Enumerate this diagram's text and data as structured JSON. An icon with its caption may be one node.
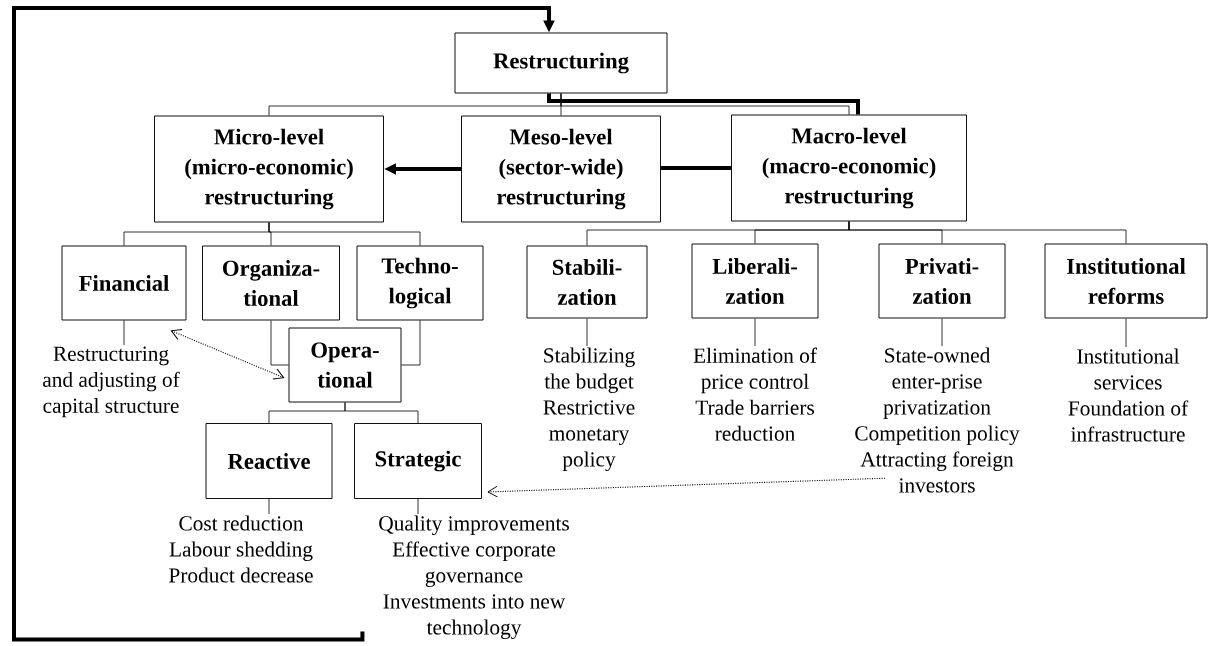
{
  "diagram": {
    "nodes": [
      {
        "text": [
          "Restructuring"
        ]
      },
      {
        "text": [
          "Micro-level (micro-economic) restructuring"
        ]
      },
      {
        "text": [
          "Meso-level (sector-wide) restructuring"
        ]
      },
      {
        "text": [
          "Macro-level (macro-economic) restructuring"
        ]
      },
      {
        "text": [
          "Financial"
        ]
      },
      {
        "text": [
          "Organiza-tional"
        ]
      },
      {
        "text": [
          "Techno-logical"
        ]
      },
      {
        "text": [
          "Stabili-zation"
        ]
      },
      {
        "text": [
          "Liberali-zation"
        ]
      },
      {
        "text": [
          "Privati-zation"
        ]
      },
      {
        "text": [
          "Institutional reforms"
        ]
      },
      {
        "text": [
          "Opera-tional"
        ]
      },
      {
        "text": [
          "Reactive"
        ]
      },
      {
        "text": [
          "Strategic"
        ]
      },
      {
        "text": [
          "Restructuring and adjusting of capital structure"
        ]
      },
      {
        "text": [
          "Stabilizing the budget",
          "Restrictive monetary policy"
        ]
      },
      {
        "text": [
          "Elimination of price control",
          "Trade barriers reduction"
        ]
      },
      {
        "text": [
          "State-owned enter-prise privatization",
          "Competition policy",
          "Attracting foreign investors"
        ]
      },
      {
        "text": [
          "Institutional services",
          "Foundation of infrastructure"
        ]
      },
      {
        "text": [
          "Cost reduction",
          "Labour shedding",
          "Product decrease"
        ]
      },
      {
        "text": [
          "Quality improvements",
          "Effective corporate governance",
          "Investments into new technology"
        ]
      }
    ],
    "edges": [
      {
        "from": 0,
        "to": 1,
        "arrow": "none"
      },
      {
        "from": 0,
        "to": 2,
        "arrow": "none"
      },
      {
        "from": 0,
        "to": 3,
        "arrow": "none"
      },
      {
        "from": 0,
        "to": 3,
        "arrow": "none",
        "style": "thick"
      },
      {
        "from": 3,
        "to": 2,
        "arrow": "none",
        "style": "thick"
      },
      {
        "from": 2,
        "to": 1,
        "arrow": "to",
        "style": "thick"
      },
      {
        "from": 20,
        "to": 0,
        "arrow": "to",
        "style": "thick"
      },
      {
        "from": 1,
        "to": 4,
        "arrow": "none"
      },
      {
        "from": 1,
        "to": 5,
        "arrow": "none"
      },
      {
        "from": 1,
        "to": 6,
        "arrow": "none"
      },
      {
        "from": 3,
        "to": 7,
        "arrow": "none"
      },
      {
        "from": 3,
        "to": 8,
        "arrow": "none"
      },
      {
        "from": 3,
        "to": 9,
        "arrow": "none"
      },
      {
        "from": 3,
        "to": 10,
        "arrow": "none"
      },
      {
        "from": 5,
        "to": 11,
        "arrow": "none"
      },
      {
        "from": 6,
        "to": 11,
        "arrow": "none"
      },
      {
        "from": 11,
        "to": 12,
        "arrow": "none"
      },
      {
        "from": 11,
        "to": 13,
        "arrow": "none"
      },
      {
        "from": 4,
        "to": 14,
        "arrow": "none"
      },
      {
        "from": 7,
        "to": 15,
        "arrow": "none"
      },
      {
        "from": 8,
        "to": 16,
        "arrow": "none"
      },
      {
        "from": 9,
        "to": 17,
        "arrow": "none"
      },
      {
        "from": 10,
        "to": 18,
        "arrow": "none"
      },
      {
        "from": 12,
        "to": 19,
        "arrow": "none"
      },
      {
        "from": 13,
        "to": 20,
        "arrow": "none"
      },
      {
        "from": 4,
        "to": 11,
        "arrow": "both",
        "style": "dashed"
      },
      {
        "from": 17,
        "to": 13,
        "arrow": "to",
        "style": "dashed"
      }
    ]
  }
}
